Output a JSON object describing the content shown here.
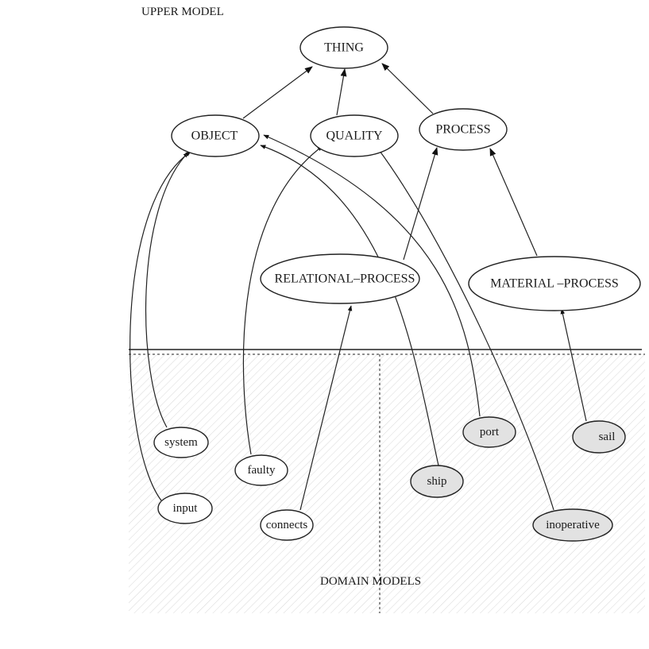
{
  "region_labels": {
    "upper": "UPPER MODEL",
    "domain": "DOMAIN MODELS"
  },
  "concepts": {
    "thing": "THING",
    "object": "OBJECT",
    "quality": "QUALITY",
    "process": "PROCESS",
    "relational_process": "RELATIONAL–PROCESS",
    "material_process": "MATERIAL –PROCESS"
  },
  "domain_left": {
    "system": "system",
    "faulty": "faulty",
    "input": "input",
    "connects": "connects"
  },
  "domain_right": {
    "port": "port",
    "ship": "ship",
    "sail": "sail",
    "inoperative": "inoperative"
  },
  "colors": {
    "stroke": "#222222",
    "left_domain_fill": "#ffffff",
    "right_domain_fill": "#e2e2e2",
    "hatch": "#d8d8d8"
  }
}
